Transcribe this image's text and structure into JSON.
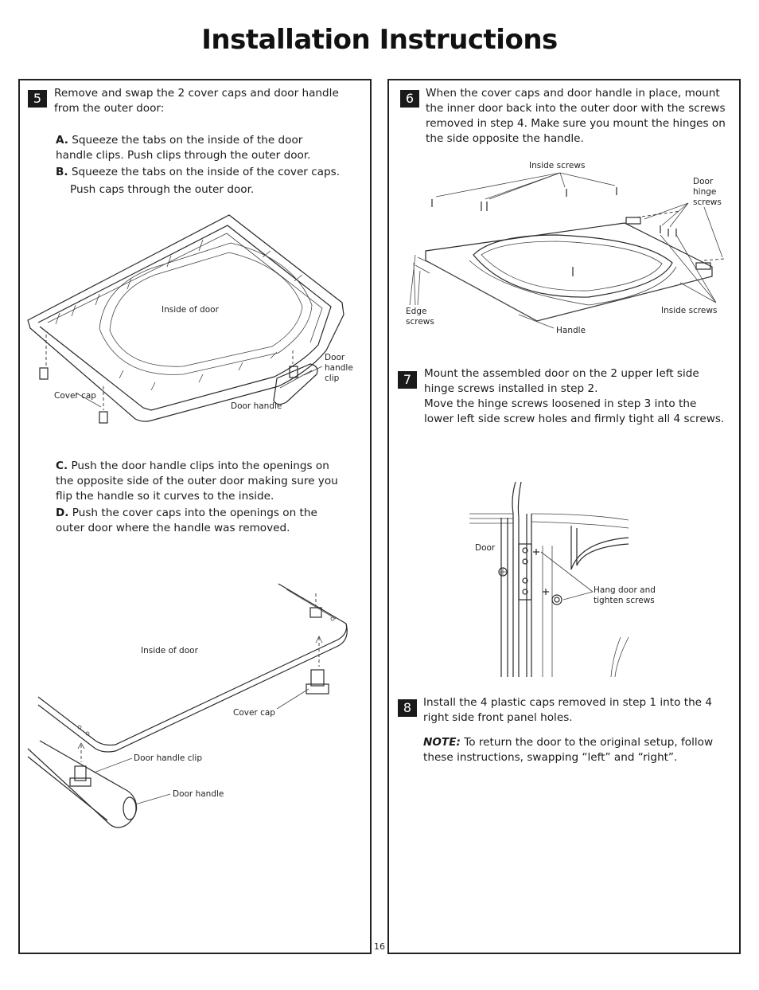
{
  "page": {
    "title": "Installation Instructions",
    "page_number": "16"
  },
  "step5": {
    "number": "5",
    "intro": "Remove and swap the 2 cover caps and door handle from the outer door:",
    "a_letter": "A.",
    "a_text": "Squeeze the tabs on the inside of the door handle clips. Push clips through the outer door.",
    "b_letter": "B.",
    "b_text": "Squeeze the tabs on the inside of the cover caps.",
    "b_text2": "Push caps through the outer door.",
    "c_letter": "C.",
    "c_text": "Push the door handle clips into the openings on the opposite side of the outer door making sure you flip the handle so it curves to the inside.",
    "d_letter": "D.",
    "d_text": "Push the cover caps into the openings on the outer door where the handle was removed.",
    "fig1": {
      "inside_of_door": "Inside of door",
      "door_handle_clip_1": "Door",
      "door_handle_clip_2": "handle",
      "door_handle_clip_3": "clip",
      "cover_cap": "Cover cap",
      "door_handle": "Door handle"
    },
    "fig2": {
      "inside_of_door": "Inside of door",
      "cover_cap": "Cover cap",
      "door_handle_clip": "Door handle clip",
      "door_handle": "Door handle"
    }
  },
  "step6": {
    "number": "6",
    "text": "When the cover caps and door handle in place, mount the inner door back into the outer door with the screws removed in step 4. Make sure you mount the hinges on the side opposite the handle.",
    "fig": {
      "inside_screws_top": "Inside screws",
      "door_hinge_1": "Door",
      "door_hinge_2": "hinge",
      "door_hinge_3": "screws",
      "edge_1": "Edge",
      "edge_2": "screws",
      "handle": "Handle",
      "inside_screws_bottom": "Inside screws"
    }
  },
  "step7": {
    "number": "7",
    "text1": "Mount the assembled door on the 2 upper left side hinge screws installed in step 2.",
    "text2": "Move the hinge screws loosened in step 3 into the lower left side screw holes and firmly tight all 4 screws.",
    "fig": {
      "door": "Door",
      "hang_1": "Hang door and",
      "hang_2": "tighten screws"
    }
  },
  "step8": {
    "number": "8",
    "text": "Install the 4 plastic caps removed in step 1 into the 4 right side front panel holes.",
    "note_label": "NOTE:",
    "note_text": "To return the door to the original setup, follow these instructions, swapping “left” and “right”."
  }
}
